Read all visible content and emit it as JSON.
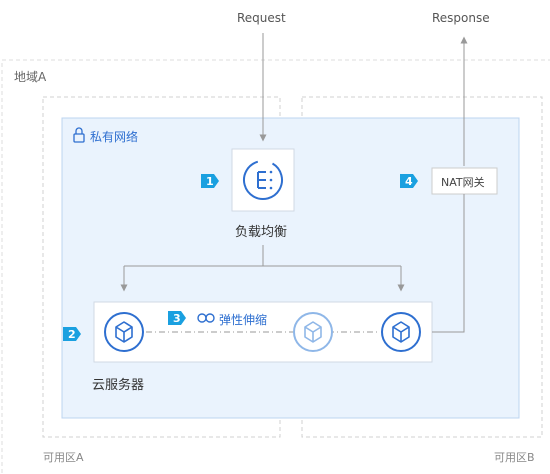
{
  "labels": {
    "request": "Request",
    "response": "Response",
    "region": "地域A",
    "vpc": "私有网络",
    "lb": "负载均衡",
    "nat": "NAT网关",
    "autoscale": "弹性伸缩",
    "cvm": "云服务器",
    "zone_a": "可用区A",
    "zone_b": "可用区B"
  },
  "badges": [
    "1",
    "2",
    "3",
    "4"
  ],
  "colors": {
    "accent": "#1aa0e0",
    "icon_blue": "#2e6fd0",
    "icon_faded": "#8fb7e8",
    "vpc_fill": "#eaf3fd",
    "vpc_border": "#bcd5f0",
    "arrow": "#999999",
    "dash": "#cccccc"
  },
  "icons": [
    "lock-icon",
    "load-balancer-icon",
    "scaling-icon",
    "cube-icon"
  ]
}
